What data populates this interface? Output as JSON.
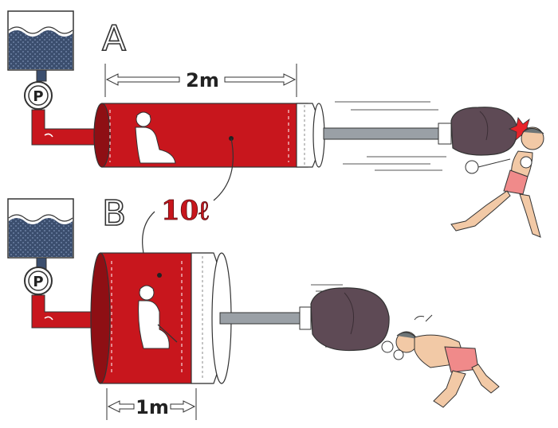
{
  "panel_a": {
    "label": "A",
    "pump_label": "P",
    "dimension": "2m"
  },
  "panel_b": {
    "label": "B",
    "pump_label": "P",
    "dimension": "1m"
  },
  "volume_label": "10ℓ",
  "colors": {
    "cylinder": "#c8161d",
    "cylinder_dark": "#8e0f14",
    "water": "#3b4e6e",
    "glove": "#5e4a55",
    "rod": "#9aa0a6",
    "skin": "#f2c9a6",
    "shorts": "#f08a8a",
    "impact": "#e8242b"
  }
}
